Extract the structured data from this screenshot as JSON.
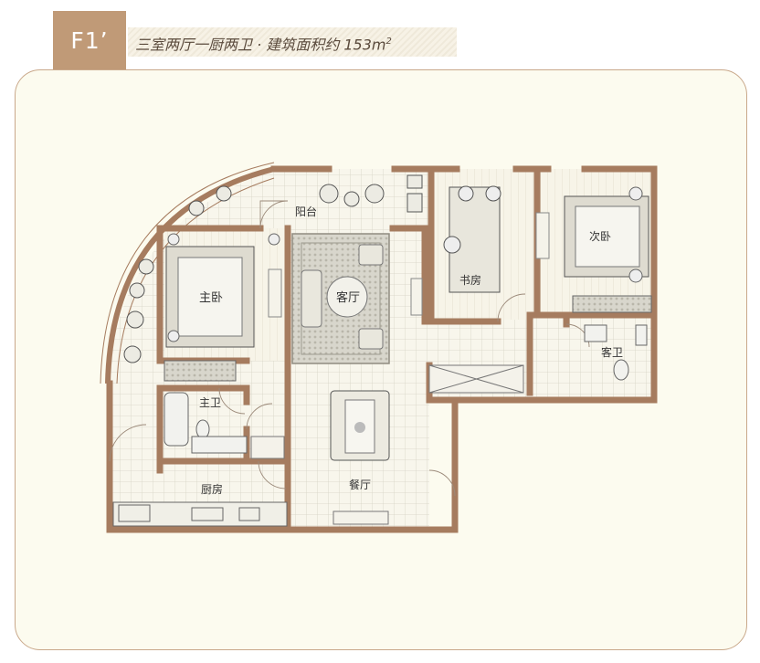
{
  "header": {
    "unit_code": "F1’",
    "description": "三室两厅一厨两卫 · 建筑面积约 153",
    "unit": "m",
    "unit_exp": "2"
  },
  "rooms": {
    "balcony": "阳台",
    "living": "客厅",
    "study": "书房",
    "bedroom2": "次卧",
    "master": "主卧",
    "master_bath": "主卫",
    "guest_bath": "客卫",
    "kitchen": "厨房",
    "dining": "餐厅"
  },
  "colors": {
    "wall": "#a67c5f",
    "floor": "#f7f5ea",
    "tile_line": "#d9d6c8",
    "accent": "#c09a77",
    "frame_border": "#c9a88a"
  }
}
